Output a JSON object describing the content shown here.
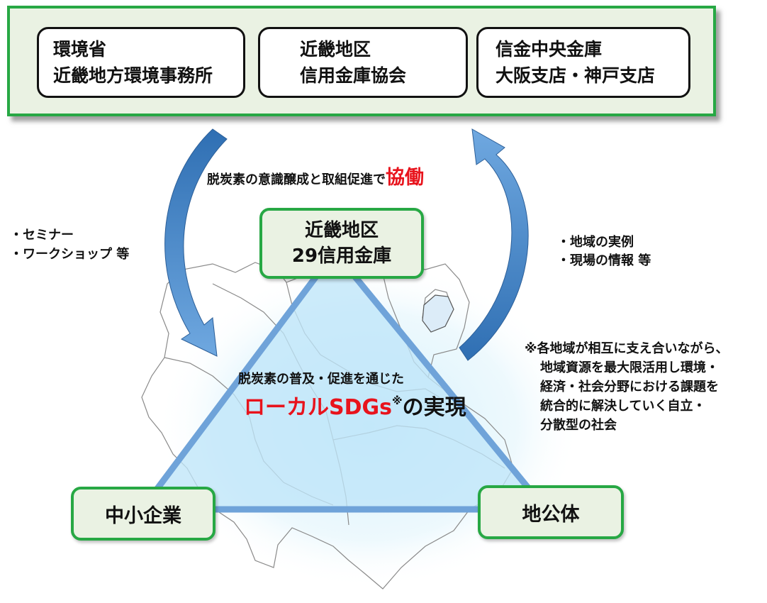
{
  "partners": {
    "moe": {
      "line1": "環境省",
      "line2": "近畿地方環境事務所"
    },
    "association": {
      "line1": "近畿地区",
      "line2": "信用金庫協会"
    },
    "shinkin_central": {
      "line1": "信金中央金庫",
      "line2": "大阪支店・神戸支店"
    }
  },
  "collaboration": {
    "text": "脱炭素の意識醸成と取組促進で",
    "emphasis": "協働"
  },
  "left_support": {
    "item1": "・セミナー",
    "item2": "・ワークショップ 等"
  },
  "right_support": {
    "item1": "・地域の実例",
    "item2": "・現場の情報 等"
  },
  "apex": {
    "line1": "近畿地区",
    "line2": "29信用金庫"
  },
  "center": {
    "line1": "脱炭素の普及・促進を通じた",
    "highlight": "ローカルSDGs",
    "mark": "※",
    "suffix": "の実現"
  },
  "footnote": {
    "line1": "※各地域が相互に支え合いながら、",
    "line2": "地域資源を最大限活用し環境・",
    "line3": "経済・社会分野における課題を",
    "line4": "統合的に解決していく自立・",
    "line5": "分散型の社会"
  },
  "corners": {
    "left": "中小企業",
    "right": "地公体"
  },
  "colors": {
    "panel_bg": "#eaf2e3",
    "panel_border": "#27a844",
    "arrow": "#4a86c6",
    "triangle_fill": "#bfe6f8",
    "triangle_edge": "#6fa3d9",
    "emphasis": "#e8131c"
  }
}
